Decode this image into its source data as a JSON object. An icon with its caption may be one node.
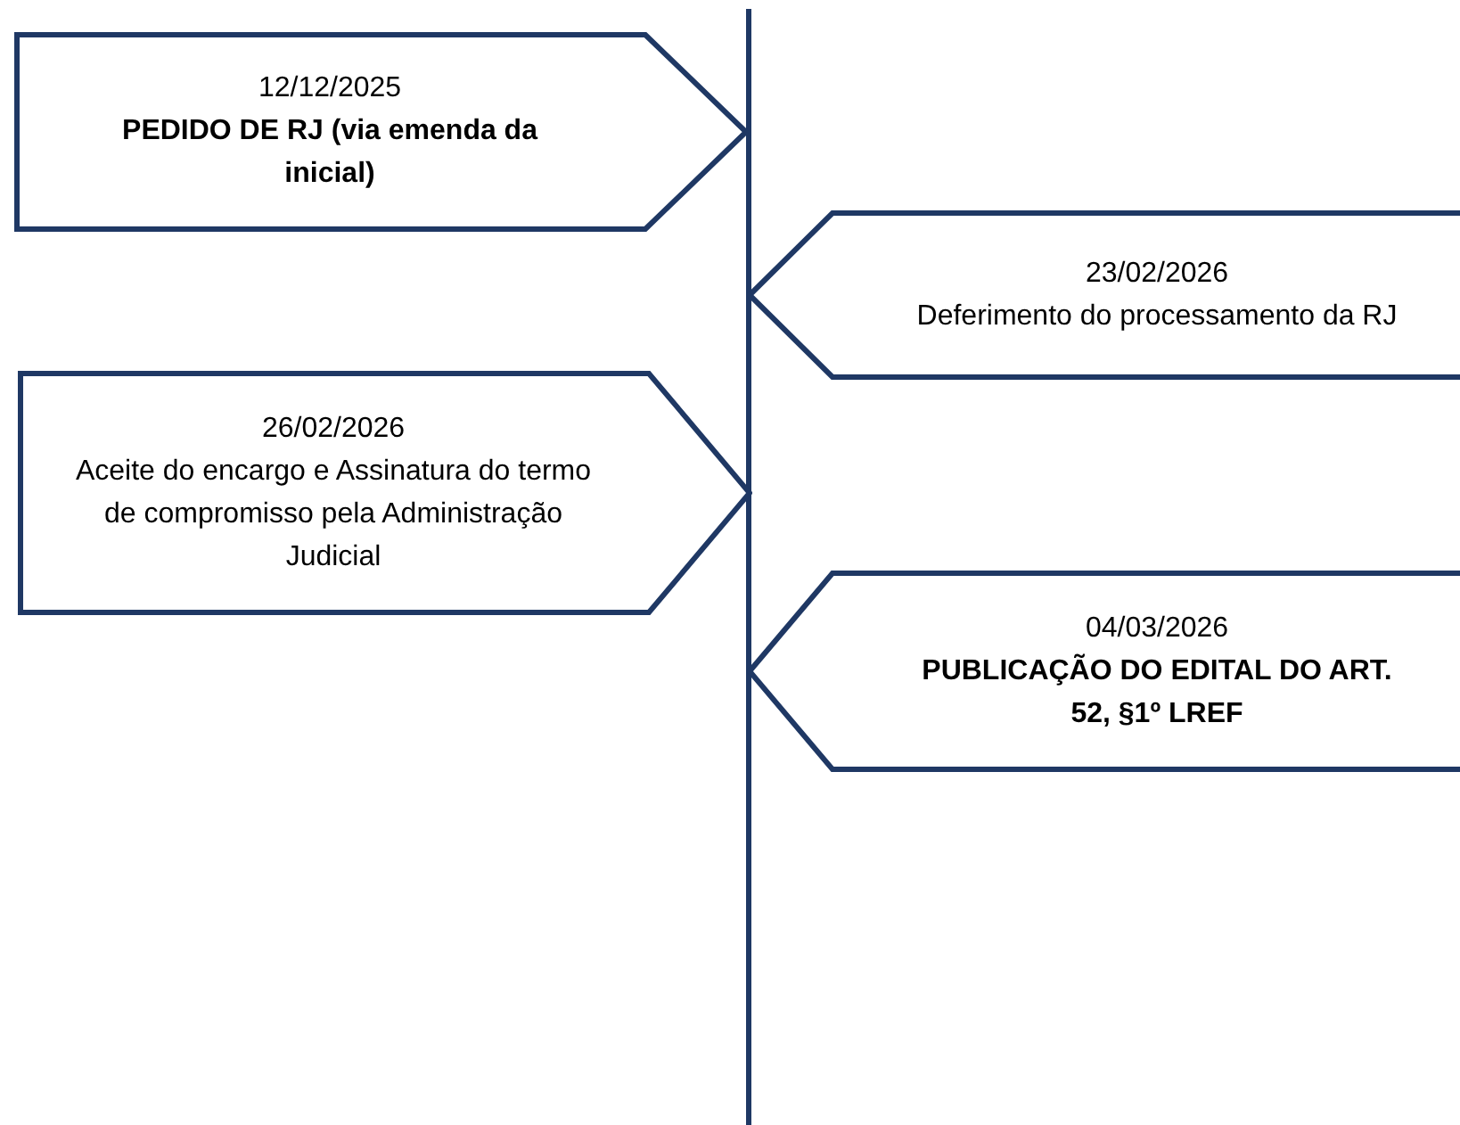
{
  "diagram": {
    "nodes": [
      {
        "text": [
          "12/12/2025",
          "PEDIDO DE RJ (via emenda da inicial)"
        ]
      },
      {
        "text": [
          "23/02/2026",
          "Deferimento do processamento da RJ"
        ]
      },
      {
        "text": [
          "26/02/2026",
          "Aceite do encargo e Assinatura do termo de compromisso pela Administração Judicial"
        ]
      },
      {
        "text": [
          "04/03/2026",
          "PUBLICAÇÃO DO EDITAL DO ART. 52, §1º LREF"
        ]
      }
    ]
  }
}
